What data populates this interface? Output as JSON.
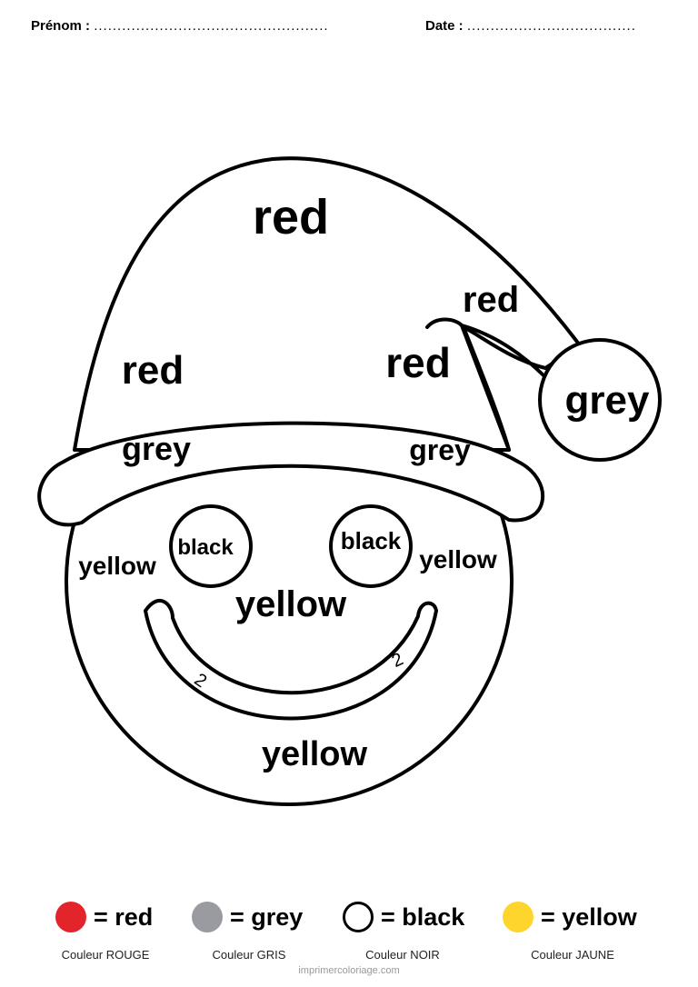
{
  "header": {
    "name_label": "Prénom :",
    "name_dots": "..................................................",
    "date_label": "Date :",
    "date_dots": "...................................."
  },
  "zones": {
    "hat_top": "red",
    "hat_tail": "red",
    "hat_left": "red",
    "hat_right": "red",
    "pompom": "grey",
    "brim_left": "grey",
    "brim_right": "grey",
    "eye_left": "black",
    "eye_right": "black",
    "face_left": "yellow",
    "face_right": "yellow",
    "face_center": "yellow",
    "face_bottom": "yellow",
    "mouth_left": "2",
    "mouth_right": "2"
  },
  "legend": [
    {
      "label": "= red",
      "caption": "Couleur ROUGE",
      "color": "#e3242b"
    },
    {
      "label": "= grey",
      "caption": "Couleur GRIS",
      "color": "#9a9ba0"
    },
    {
      "label": "= black",
      "caption": "Couleur NOIR",
      "color": "#ffffff"
    },
    {
      "label": "= yellow",
      "caption": "Couleur JAUNE",
      "color": "#fdd52c"
    }
  ],
  "footer": {
    "credit": "imprimercoloriage.com"
  }
}
